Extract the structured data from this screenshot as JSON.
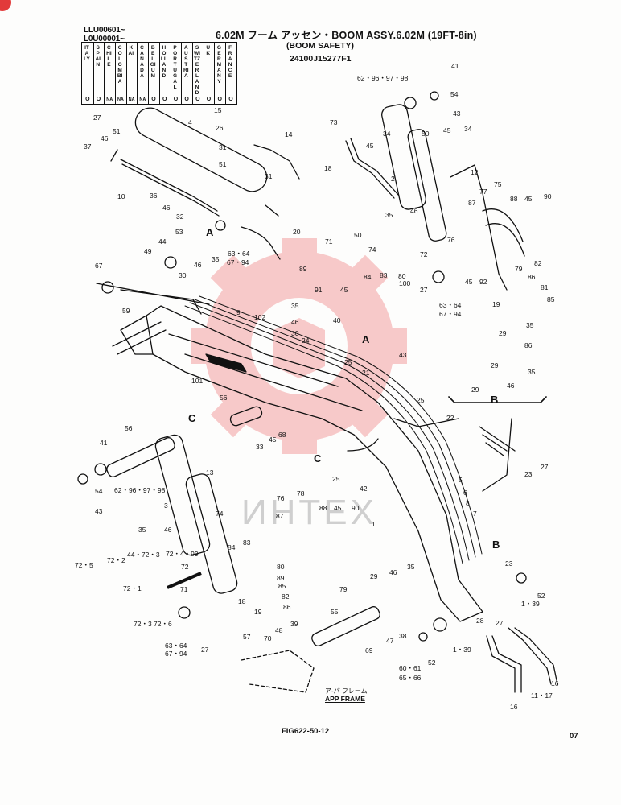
{
  "header": {
    "serial_1": "LLU00601~",
    "serial_2": "L0U00001~",
    "title": "6.02M フーム アッセン・BOOM ASSY.6.02M (19FT-8in)",
    "subtitle": "(BOOM SAFETY)",
    "part_number": "24100J15277F1"
  },
  "countries": [
    {
      "name": "ITALY",
      "mark": "O"
    },
    {
      "name": "SPAIN",
      "mark": "O"
    },
    {
      "name": "CHILE",
      "mark": "NA"
    },
    {
      "name": "COLOMBIA",
      "mark": "NA"
    },
    {
      "name": "KAI",
      "mark": "NA"
    },
    {
      "name": "CANADA",
      "mark": "NA"
    },
    {
      "name": "BELGIUM",
      "mark": "O"
    },
    {
      "name": "HOLLAND",
      "mark": "O"
    },
    {
      "name": "PORTUGAL",
      "mark": "O"
    },
    {
      "name": "AUSTRIA",
      "mark": "O"
    },
    {
      "name": "SWITZER LAND",
      "mark": "O"
    },
    {
      "name": "U K",
      "mark": "O"
    },
    {
      "name": "GERMANY",
      "mark": "O"
    },
    {
      "name": "FRANCE",
      "mark": "O"
    }
  ],
  "callouts": [
    {
      "text": "41"
    },
    {
      "text": "62・96・97・98"
    },
    {
      "text": "54"
    },
    {
      "text": "43"
    },
    {
      "text": "15"
    },
    {
      "text": "26"
    },
    {
      "text": "4"
    },
    {
      "text": "27"
    },
    {
      "text": "51"
    },
    {
      "text": "31"
    },
    {
      "text": "14"
    },
    {
      "text": "51"
    },
    {
      "text": "31"
    },
    {
      "text": "37"
    },
    {
      "text": "46"
    },
    {
      "text": "10"
    },
    {
      "text": "36"
    },
    {
      "text": "46"
    },
    {
      "text": "32"
    },
    {
      "text": "20"
    },
    {
      "text": "53"
    },
    {
      "text": "44"
    },
    {
      "text": "49"
    },
    {
      "text": "35"
    },
    {
      "text": "63・64"
    },
    {
      "text": "67・94"
    },
    {
      "text": "46"
    },
    {
      "text": "30"
    },
    {
      "text": "67"
    },
    {
      "text": "73"
    },
    {
      "text": "45"
    },
    {
      "text": "18"
    },
    {
      "text": "34"
    },
    {
      "text": "2"
    },
    {
      "text": "50"
    },
    {
      "text": "45"
    },
    {
      "text": "34"
    },
    {
      "text": "12"
    },
    {
      "text": "35"
    },
    {
      "text": "46"
    },
    {
      "text": "87"
    },
    {
      "text": "77"
    },
    {
      "text": "75"
    },
    {
      "text": "88"
    },
    {
      "text": "45"
    },
    {
      "text": "90"
    },
    {
      "text": "71"
    },
    {
      "text": "50"
    },
    {
      "text": "89"
    },
    {
      "text": "74"
    },
    {
      "text": "83"
    },
    {
      "text": "84"
    },
    {
      "text": "80"
    },
    {
      "text": "72"
    },
    {
      "text": "76"
    },
    {
      "text": "79"
    },
    {
      "text": "82"
    },
    {
      "text": "86"
    },
    {
      "text": "81"
    },
    {
      "text": "85"
    },
    {
      "text": "91"
    },
    {
      "text": "45"
    },
    {
      "text": "100"
    },
    {
      "text": "27"
    },
    {
      "text": "45"
    },
    {
      "text": "92"
    },
    {
      "text": "19"
    },
    {
      "text": "63・64"
    },
    {
      "text": "67・94"
    },
    {
      "text": "59"
    },
    {
      "text": "9"
    },
    {
      "text": "102"
    },
    {
      "text": "35"
    },
    {
      "text": "46"
    },
    {
      "text": "30"
    },
    {
      "text": "40"
    },
    {
      "text": "24"
    },
    {
      "text": "43"
    },
    {
      "text": "25"
    },
    {
      "text": "21"
    },
    {
      "text": "29"
    },
    {
      "text": "35"
    },
    {
      "text": "86"
    },
    {
      "text": "29"
    },
    {
      "text": "46"
    },
    {
      "text": "35"
    },
    {
      "text": "29"
    },
    {
      "text": "101"
    },
    {
      "text": "56"
    },
    {
      "text": "25"
    },
    {
      "text": "22"
    },
    {
      "text": "41"
    },
    {
      "text": "56"
    },
    {
      "text": "68"
    },
    {
      "text": "45"
    },
    {
      "text": "33"
    },
    {
      "text": "25"
    },
    {
      "text": "42"
    },
    {
      "text": "23"
    },
    {
      "text": "27"
    },
    {
      "text": "54"
    },
    {
      "text": "62・96・97・98"
    },
    {
      "text": "43"
    },
    {
      "text": "13"
    },
    {
      "text": "3"
    },
    {
      "text": "5"
    },
    {
      "text": "6"
    },
    {
      "text": "8"
    },
    {
      "text": "7"
    },
    {
      "text": "1"
    },
    {
      "text": "76"
    },
    {
      "text": "78"
    },
    {
      "text": "87"
    },
    {
      "text": "88"
    },
    {
      "text": "45"
    },
    {
      "text": "90"
    },
    {
      "text": "74"
    },
    {
      "text": "35"
    },
    {
      "text": "46"
    },
    {
      "text": "44・72・3"
    },
    {
      "text": "72・4・99"
    },
    {
      "text": "84"
    },
    {
      "text": "83"
    },
    {
      "text": "72"
    },
    {
      "text": "80"
    },
    {
      "text": "89"
    },
    {
      "text": "85"
    },
    {
      "text": "82"
    },
    {
      "text": "86"
    },
    {
      "text": "79"
    },
    {
      "text": "72・5"
    },
    {
      "text": "72・2"
    },
    {
      "text": "72・1"
    },
    {
      "text": "71"
    },
    {
      "text": "18"
    },
    {
      "text": "19"
    },
    {
      "text": "72・3"
    },
    {
      "text": "72・6"
    },
    {
      "text": "63・64"
    },
    {
      "text": "67・94"
    },
    {
      "text": "27"
    },
    {
      "text": "29"
    },
    {
      "text": "46"
    },
    {
      "text": "35"
    },
    {
      "text": "23"
    },
    {
      "text": "52"
    },
    {
      "text": "1・39"
    },
    {
      "text": "28"
    },
    {
      "text": "27"
    },
    {
      "text": "55"
    },
    {
      "text": "57"
    },
    {
      "text": "70"
    },
    {
      "text": "48"
    },
    {
      "text": "39"
    },
    {
      "text": "69"
    },
    {
      "text": "47"
    },
    {
      "text": "38"
    },
    {
      "text": "1・39"
    },
    {
      "text": "52"
    },
    {
      "text": "60・61"
    },
    {
      "text": "65・66"
    },
    {
      "text": "16"
    },
    {
      "text": "11・17"
    },
    {
      "text": "16"
    }
  ],
  "section_letters": [
    {
      "text": "A"
    },
    {
      "text": "A"
    },
    {
      "text": "B"
    },
    {
      "text": "B"
    },
    {
      "text": "C"
    },
    {
      "text": "C"
    }
  ],
  "frame_label_jp": "ア-パ フレーム",
  "frame_label_en": "APP FRAME",
  "figure_id": "FIG622-50-12",
  "page_number": "07",
  "watermark": "ИНТЕХ",
  "colors": {
    "ink": "#111111",
    "watermark": "#f08a8a",
    "badge": "#e23a3a"
  }
}
